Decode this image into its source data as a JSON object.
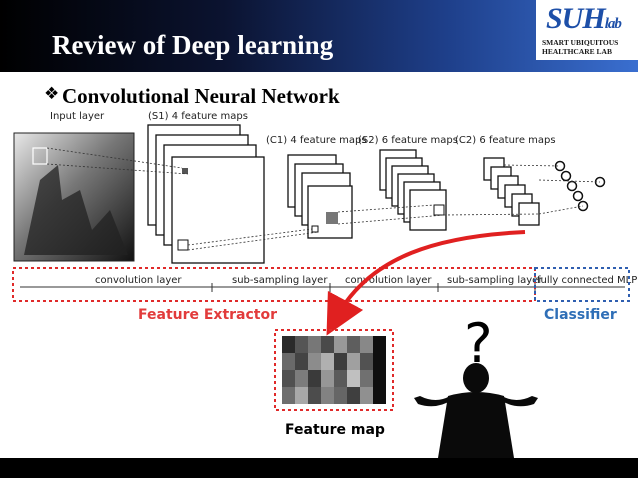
{
  "header": {
    "title": "Review of  Deep learning",
    "logo": {
      "mark": "SUH",
      "mark_tail": "lab",
      "line1": "SMART UBIQUITOUS",
      "line2": "HEALTHCARE LAB"
    }
  },
  "subtitle": {
    "bullet": "❖",
    "text": "Convolutional Neural Network"
  },
  "cnn": {
    "input_label": "Input layer",
    "s1_label": "(S1) 4 feature maps",
    "c1_label": "(C1) 4 feature maps",
    "s2_label": "(S2) 6 feature maps",
    "c2_label": "(C2) 6 feature maps",
    "stages": [
      "convolution layer",
      "sub-sampling layer",
      "convolution layer",
      "sub-sampling layer",
      "fully connected MLP"
    ]
  },
  "labels": {
    "feature_extractor": "Feature  Extractor",
    "classifier": "Classifier",
    "feature_map": "Feature  map",
    "question_mark": "?"
  },
  "colors": {
    "red": "#e23b3b",
    "blue": "#2f6fb7",
    "arrow": "#e02020"
  }
}
